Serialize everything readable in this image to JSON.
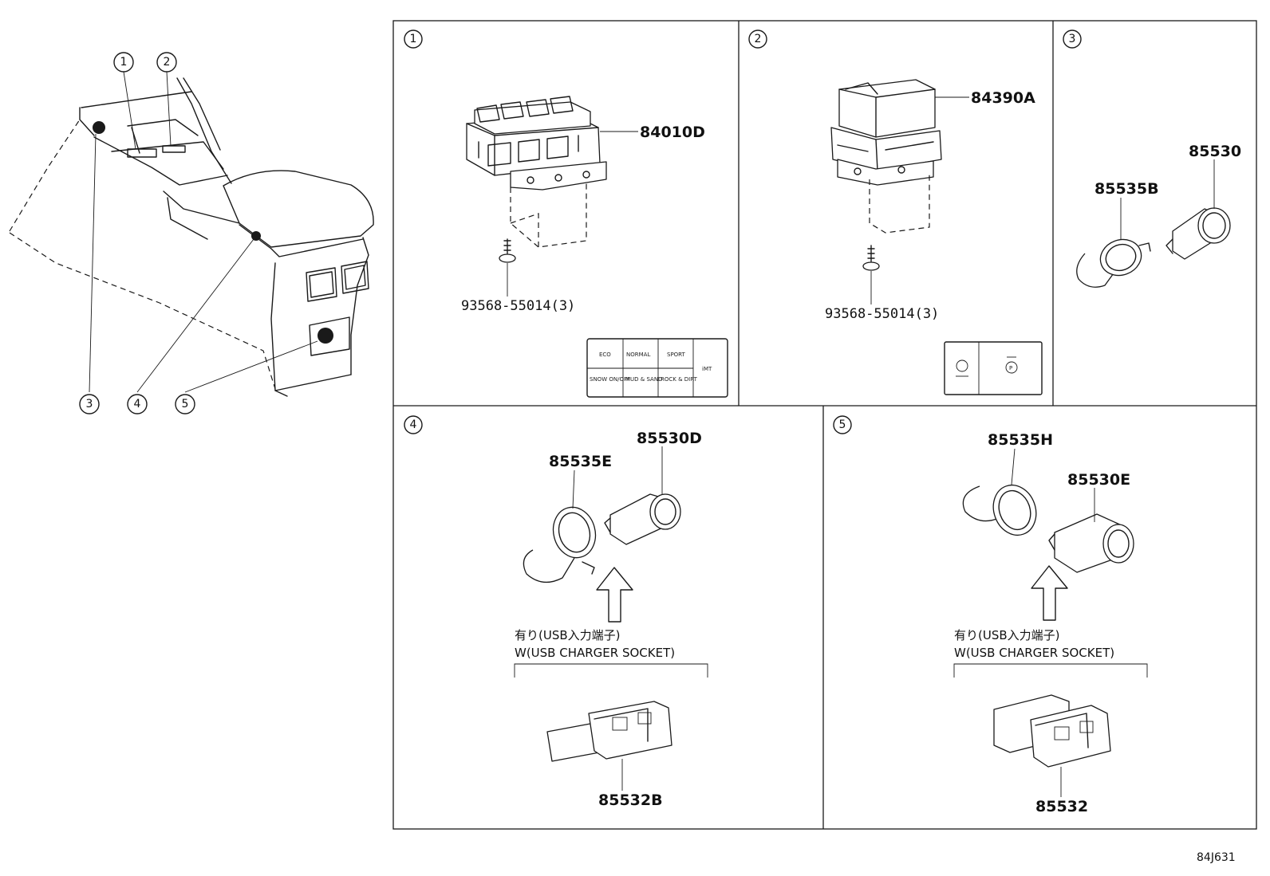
{
  "callouts": [
    "1",
    "2",
    "3",
    "4",
    "5"
  ],
  "panels": {
    "p1": {
      "number": "1",
      "part": "84010D",
      "screw": "93568-55014(3)",
      "switch_labels": [
        "ECO",
        "NORMAL",
        "SPORT",
        "SNOW ON/OFF",
        "MUD & SAND",
        "ROCK & DIRT",
        "iMT"
      ]
    },
    "p2": {
      "number": "2",
      "part": "84390A",
      "screw": "93568-55014(3)"
    },
    "p3": {
      "number": "3",
      "part_a": "85535B",
      "part_b": "85530"
    },
    "p4": {
      "number": "4",
      "part_a": "85535E",
      "part_b": "85530D",
      "condition_jp": "有り(USB入力端子)",
      "condition_en": "W(USB CHARGER SOCKET)",
      "part_c": "85532B"
    },
    "p5": {
      "number": "5",
      "part_a": "85535H",
      "part_b": "85530E",
      "condition_jp": "有り(USB入力端子)",
      "condition_en": "W(USB CHARGER SOCKET)",
      "part_c": "85532"
    }
  },
  "figure_ref": "84J631"
}
